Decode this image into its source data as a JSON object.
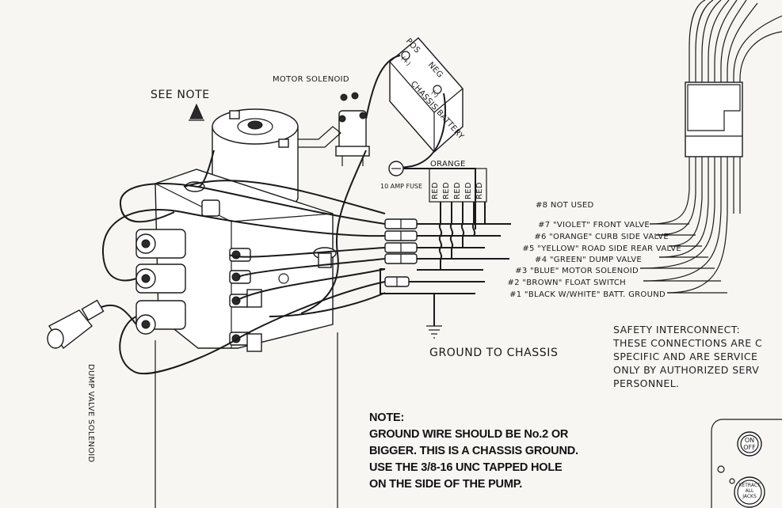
{
  "labels": {
    "see_note": "SEE NOTE",
    "motor_solenoid": "MOTOR SOLENOID",
    "orange": "ORANGE",
    "fuse": "10 AMP FUSE",
    "battery_pos": "POS",
    "battery_neg": "NEG",
    "battery_name": "CHASSIS BATTERY",
    "pos_symbol": "(+)",
    "neg_symbol": "(-)",
    "red_wires": [
      "RED",
      "RED",
      "RED",
      "RED",
      "RED"
    ],
    "not_used": "#8 NOT USED",
    "ground_to_chassis": "GROUND TO CHASSIS",
    "dump_valve_solenoid": "DUMP VALVE SOLENOID",
    "on_off": [
      "ON",
      "OFF"
    ],
    "retract_all_jacks": [
      "RETRACT",
      "ALL",
      "JACKS"
    ]
  },
  "wire_list": [
    "#7 \"VIOLET\" FRONT VALVE",
    "#6 \"ORANGE\" CURB SIDE VALVE",
    "#5 \"YELLOW\" ROAD SIDE REAR VALVE",
    "#4 \"GREEN\" DUMP VALVE",
    "#3 \"BLUE\" MOTOR SOLENOID",
    "#2 \"BROWN\" FLOAT SWITCH",
    "#1 \"BLACK W/WHITE\" BATT. GROUND"
  ],
  "safety": [
    "SAFETY INTERCONNECT:",
    "THESE CONNECTIONS ARE C",
    "SPECIFIC AND ARE SERVICE",
    "ONLY BY AUTHORIZED SERV",
    "PERSONNEL."
  ],
  "note": [
    "NOTE:",
    "GROUND WIRE SHOULD BE No.2 OR",
    "BIGGER.  THIS IS A CHASSIS GROUND.",
    "USE THE 3/8-16 UNC TAPPED HOLE",
    "ON THE SIDE OF THE PUMP."
  ],
  "colors": {
    "ink": "#1a1a1a",
    "paper": "#f7f6f3"
  }
}
